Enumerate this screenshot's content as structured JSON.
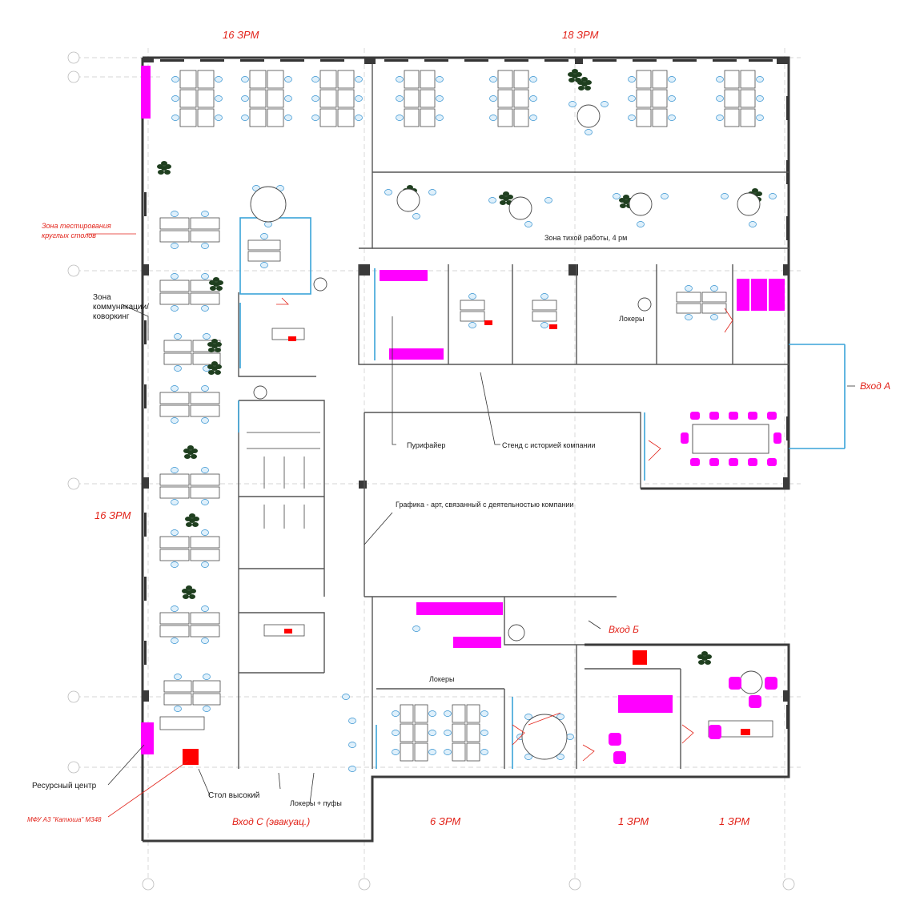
{
  "labels": {
    "workplaces_top_left": "16 ЗРМ",
    "workplaces_top_right": "18 ЗРМ",
    "workplaces_left": "16 ЗРМ",
    "workplaces_bottom_center": "6 ЗРМ",
    "workplaces_bottom_right_a": "1 ЗРМ",
    "workplaces_bottom_right_b": "1 ЗРМ",
    "round_tables_line1": "Зона тестирования",
    "round_tables_line2": "круглых столов",
    "coworking_line1": "Зона",
    "coworking_line2": "коммуникации/",
    "coworking_line3": "коворкинг",
    "quiet_zone": "Зона тихой работы, 4 рм",
    "lockers_center": "Локеры",
    "lockers_bottom": "Локеры",
    "purifier": "Пурифайер",
    "history_stand": "Стенд с историей компании",
    "graphics_art": "Графика - арт, связанный с деятельностью компании",
    "entrance_a": "Вход А",
    "entrance_b": "Вход Б",
    "entrance_c": "Вход С (эвакуац.)",
    "resource_center": "Ресурсный центр",
    "high_table": "Стол высокий",
    "mfu": "МФУ А3 \"Катюша\" М348",
    "lockers_poufs": "Локеры + пуфы"
  },
  "colors": {
    "accent_red": "#e2231a",
    "highlight_magenta": "#ff00ff",
    "glass_blue": "#3aa3d8",
    "wall_dark": "#3a3a3a"
  },
  "icons": [
    "plant-icon",
    "office-chair-icon",
    "desk-icon",
    "round-table-icon"
  ]
}
